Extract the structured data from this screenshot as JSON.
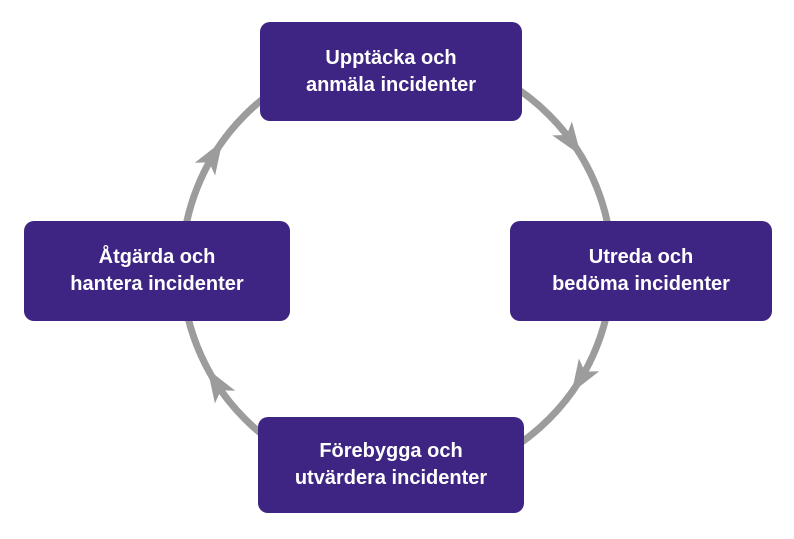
{
  "diagram": {
    "type": "cycle",
    "flow": "clockwise",
    "colors": {
      "node": "#3e2583",
      "node_text": "#ffffff",
      "arrow": "#9c9c9c",
      "background": "#ffffff"
    },
    "nodes": [
      {
        "id": "top",
        "line1": "Upptäcka och",
        "line2": "anmäla incidenter"
      },
      {
        "id": "right",
        "line1": "Utreda och",
        "line2": "bedöma incidenter"
      },
      {
        "id": "bottom",
        "line1": "Förebygga och",
        "line2": "utvärdera incidenter"
      },
      {
        "id": "left",
        "line1": "Åtgärda och",
        "line2": "hantera incidenter"
      }
    ],
    "arrows": [
      {
        "from": "top",
        "to": "right"
      },
      {
        "from": "right",
        "to": "bottom"
      },
      {
        "from": "bottom",
        "to": "left"
      },
      {
        "from": "left",
        "to": "top"
      }
    ]
  }
}
